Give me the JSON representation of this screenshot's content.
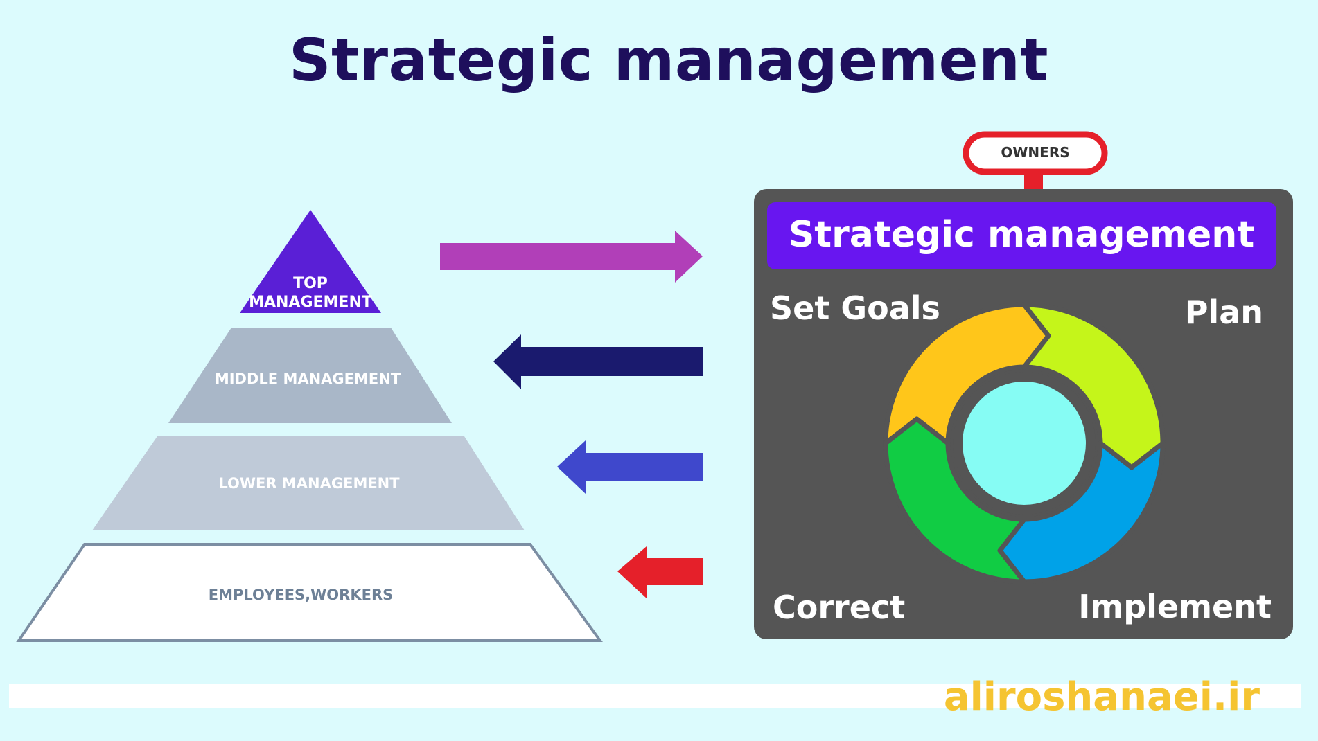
{
  "title": "Strategic management",
  "pyramid": {
    "levels": [
      {
        "label_line1": "TOP",
        "label_line2": "MANAGEMENT"
      },
      {
        "label": "MIDDLE MANAGEMENT"
      },
      {
        "label": "LOWER MANAGEMENT"
      },
      {
        "label": "EMPLOYEES,WORKERS"
      }
    ]
  },
  "arrows": [
    {
      "direction": "right",
      "color": "#b13fb8"
    },
    {
      "direction": "left",
      "color": "#1a1a6e"
    },
    {
      "direction": "left",
      "color": "#3f48cc"
    },
    {
      "direction": "left",
      "color": "#e5202a"
    }
  ],
  "owners_tag": "OWNERS",
  "panel": {
    "header": "Strategic management",
    "quadrants": {
      "top_left": "Set Goals",
      "top_right": "Plan",
      "bottom_left": "Correct",
      "bottom_right": "Implement"
    }
  },
  "cycle_colors": {
    "set_goals": "#ffc61a",
    "plan": "#c5f51a",
    "implement": "#00a2e8",
    "correct": "#11cc44",
    "center": "#86fcf4"
  },
  "footer": "aliroshanaei.ir"
}
